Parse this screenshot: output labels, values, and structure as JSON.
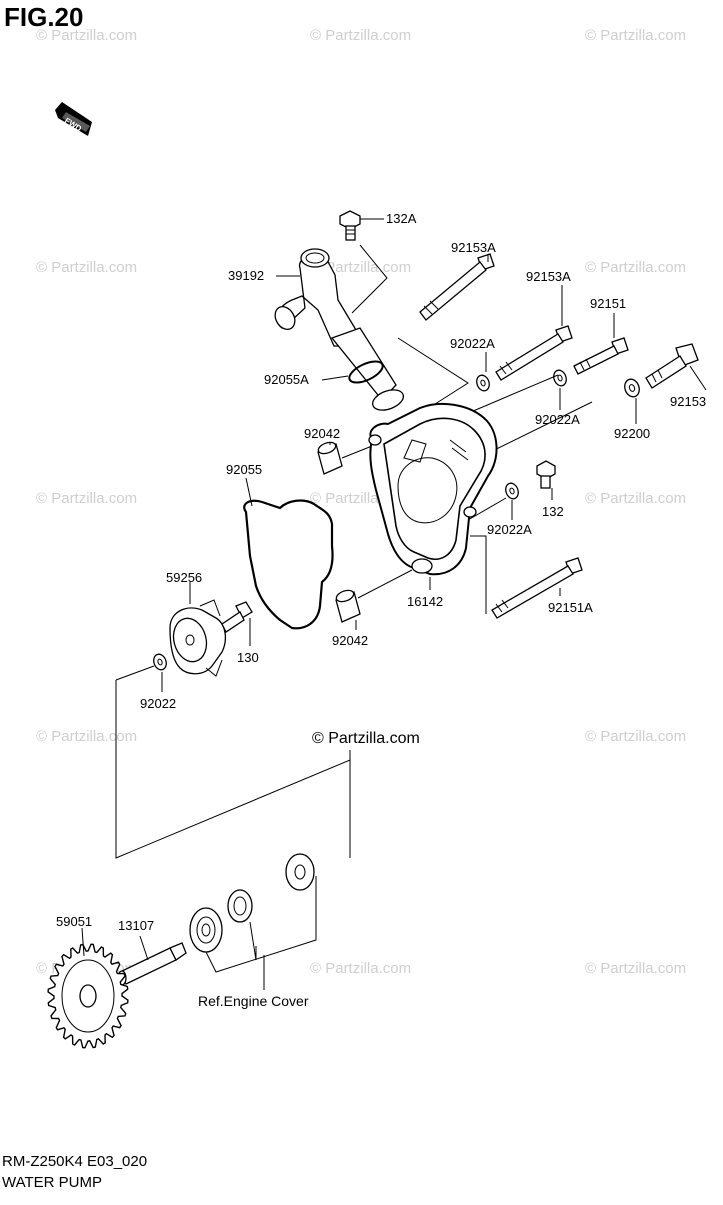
{
  "figure": {
    "title": "FIG.20",
    "code": "RM-Z250K4 E03_020",
    "name": "WATER PUMP",
    "direction_label": "FWD"
  },
  "watermark": {
    "text": "© Partzilla.com"
  },
  "parts": {
    "p132A": "132A",
    "p39192": "39192",
    "p92153A_1": "92153A",
    "p92153A_2": "92153A",
    "p92151": "92151",
    "p92022A_1": "92022A",
    "p92055A": "92055A",
    "p92153": "92153",
    "p92042_1": "92042",
    "p92022A_2": "92022A",
    "p92200": "92200",
    "p92055": "92055",
    "p132": "132",
    "p92022A_3": "92022A",
    "p59256": "59256",
    "p16142": "16142",
    "p92151A": "92151A",
    "p130": "130",
    "p92042_2": "92042",
    "p92022": "92022",
    "p59051": "59051",
    "p13107": "13107",
    "ref_engine_cover": "Ref.Engine Cover"
  }
}
